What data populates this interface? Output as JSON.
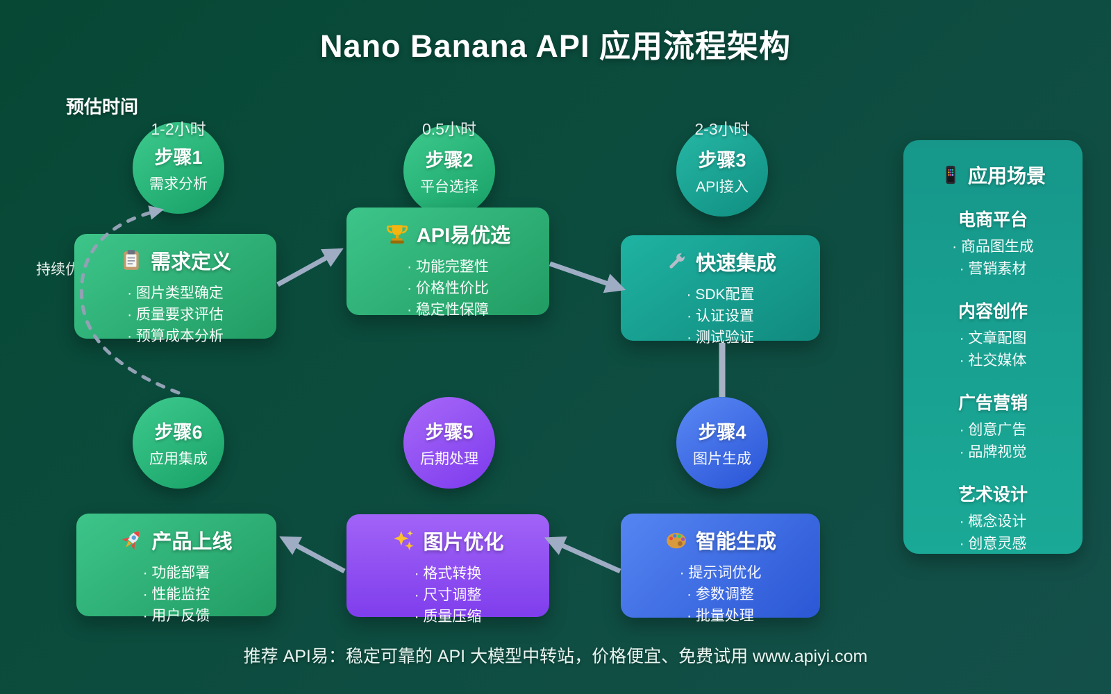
{
  "title": "Nano Banana API 应用流程架构",
  "time_header": "预估时间",
  "loop_label": "持续优化",
  "footer": "推荐 API易：稳定可靠的 API 大模型中转站，价格便宜、免费试用 www.apiyi.com",
  "steps": [
    {
      "name": "步骤1",
      "subtitle": "需求分析",
      "time": "1-2小时",
      "color": "#2bb47a"
    },
    {
      "name": "步骤2",
      "subtitle": "平台选择",
      "time": "0.5小时",
      "color": "#2bb47a"
    },
    {
      "name": "步骤3",
      "subtitle": "API接入",
      "time": "2-3小时",
      "color": "#18a392"
    },
    {
      "name": "步骤4",
      "subtitle": "图片生成",
      "color": "#3a66e0"
    },
    {
      "name": "步骤5",
      "subtitle": "后期处理",
      "color": "#8b4cf0"
    },
    {
      "name": "步骤6",
      "subtitle": "应用集成",
      "color": "#2bb47a"
    }
  ],
  "cards": [
    {
      "icon": "clipboard-icon",
      "title": "需求定义",
      "bullets": [
        "图片类型确定",
        "质量要求评估",
        "预算成本分析"
      ],
      "color": "#2eb377"
    },
    {
      "icon": "trophy-icon",
      "title": "API易优选",
      "bullets": [
        "功能完整性",
        "价格性价比",
        "稳定性保障"
      ],
      "color": "#2eb377"
    },
    {
      "icon": "wrench-icon",
      "title": "快速集成",
      "bullets": [
        "SDK配置",
        "认证设置",
        "测试验证"
      ],
      "color": "#16a193"
    },
    {
      "icon": "palette-icon",
      "title": "智能生成",
      "bullets": [
        "提示词优化",
        "参数调整",
        "批量处理"
      ],
      "color": "#3f6ce4"
    },
    {
      "icon": "sparkles-icon",
      "title": "图片优化",
      "bullets": [
        "格式转换",
        "尺寸调整",
        "质量压缩"
      ],
      "color": "#8e4ef0"
    },
    {
      "icon": "rocket-icon",
      "title": "产品上线",
      "bullets": [
        "功能部署",
        "性能监控",
        "用户反馈"
      ],
      "color": "#2eb377"
    }
  ],
  "scenarios_panel": {
    "icon": "smartphone-icon",
    "title": "应用场景",
    "color": "#18a092",
    "sections": [
      {
        "title": "电商平台",
        "items": [
          "商品图生成",
          "营销素材"
        ]
      },
      {
        "title": "内容创作",
        "items": [
          "文章配图",
          "社交媒体"
        ]
      },
      {
        "title": "广告营销",
        "items": [
          "创意广告",
          "品牌视觉"
        ]
      },
      {
        "title": "艺术设计",
        "items": [
          "概念设计",
          "创意灵感"
        ]
      }
    ]
  },
  "colors": {
    "background_start": "#064834",
    "background_end": "#14504a",
    "arrow": "#9fadc4",
    "dashed_loop": "#93a1b5",
    "text": "#ffffff"
  }
}
